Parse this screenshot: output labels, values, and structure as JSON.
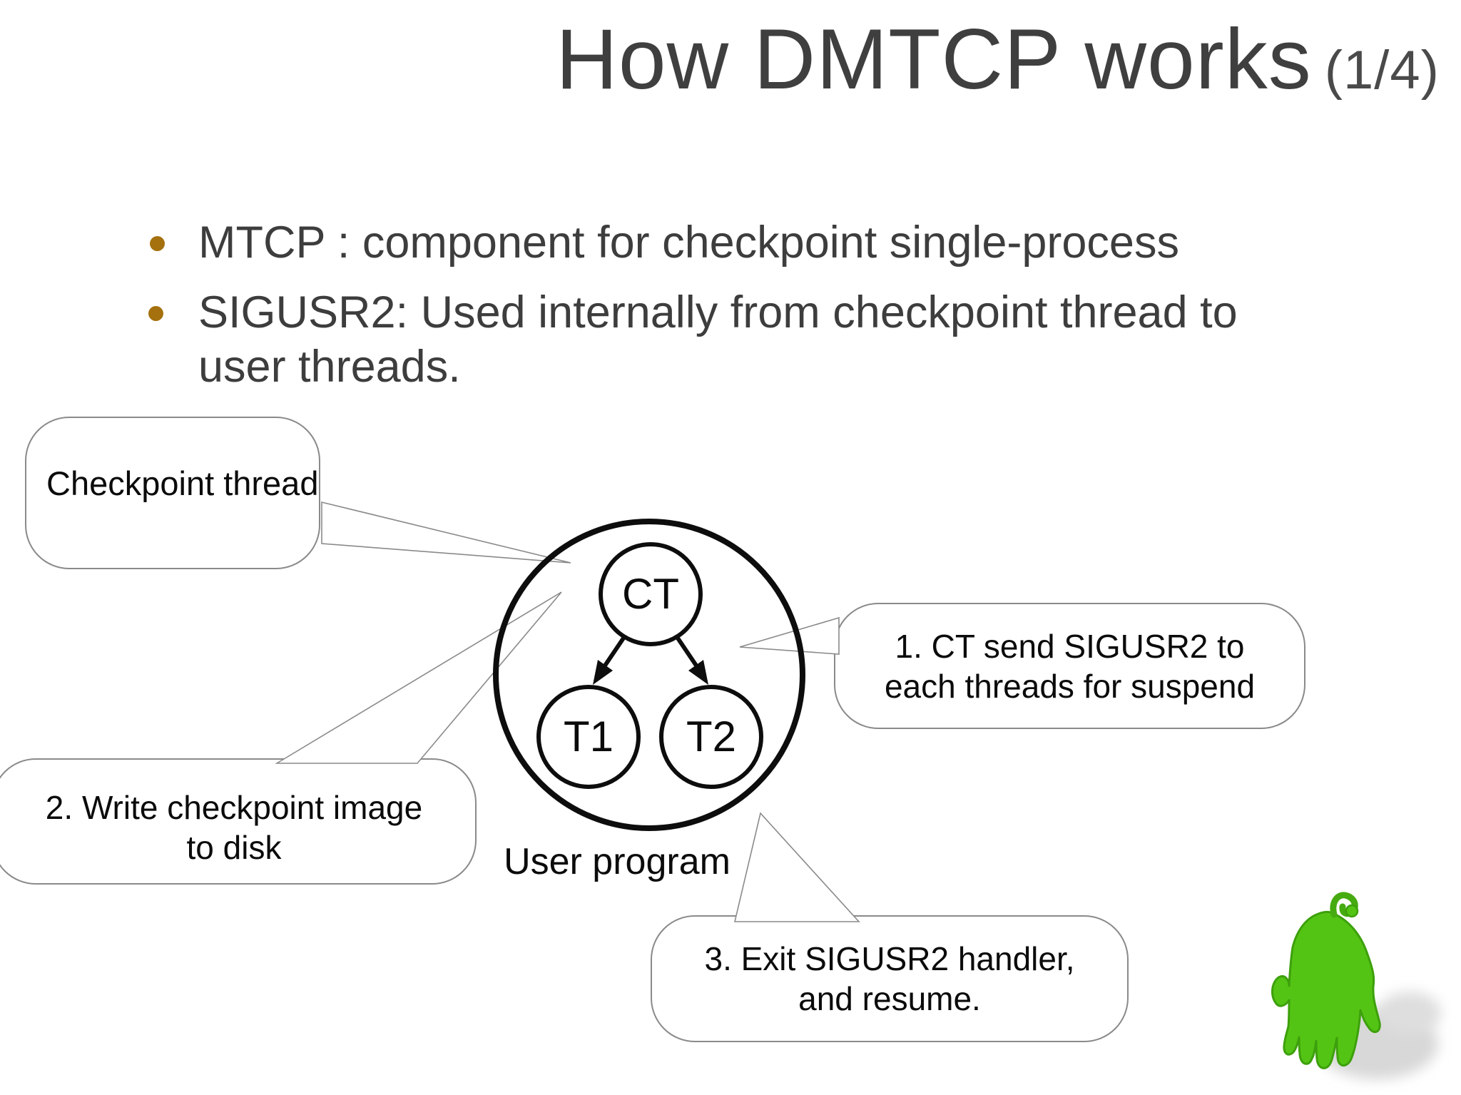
{
  "title": {
    "main": "How DMTCP works",
    "page": "(1/4)"
  },
  "bullets": [
    {
      "lines": [
        "MTCP : component for checkpoint single-process"
      ]
    },
    {
      "lines": [
        "SIGUSR2: Used internally from checkpoint thread to",
        "user threads."
      ]
    }
  ],
  "diagram": {
    "callouts": {
      "checkpoint_thread": {
        "lines": [
          "Checkpoint thread"
        ]
      },
      "step1": {
        "lines": [
          "1. CT send SIGUSR2 to",
          "each threads for suspend"
        ]
      },
      "step2": {
        "lines": [
          "2. Write checkpoint image",
          "to disk"
        ]
      },
      "step3": {
        "lines": [
          "3. Exit SIGUSR2 handler,",
          "and resume."
        ]
      }
    },
    "nodes": {
      "ct": "CT",
      "t1": "T1",
      "t2": "T2"
    },
    "caption": "User program"
  },
  "colors": {
    "body_text": "#3d3d3d",
    "title_text": "#3f3f3f",
    "bullet_dot": "#a5710e",
    "callout_border": "#8a8a8a",
    "diagram_stroke": "#0d0d0d",
    "mascot_green": "#54c414",
    "mascot_green_dark": "#3da00c",
    "mascot_shadow": "#d8d8d8"
  }
}
